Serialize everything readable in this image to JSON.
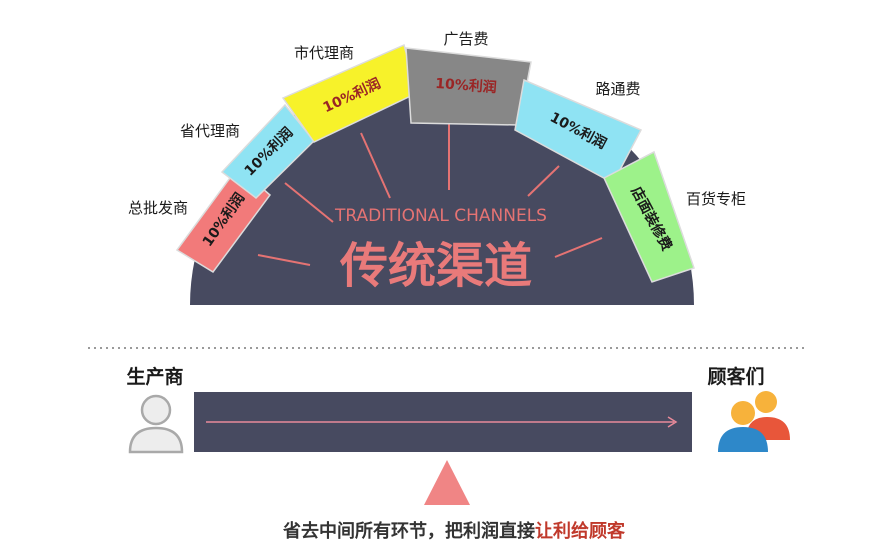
{
  "diagram": {
    "top_section": {
      "title_en": "TRADITIONAL CHANNELS",
      "title_cn": "传统渠道",
      "segments": [
        {
          "label": "总批发商",
          "text": "10%利润",
          "color": "#f27a7a",
          "text_color": "#1a1a1a"
        },
        {
          "label": "省代理商",
          "text": "10%利润",
          "color": "#8fe3f3",
          "text_color": "#1a1a1a"
        },
        {
          "label": "市代理商",
          "text": "10%利润",
          "color": "#f7f22a",
          "text_color": "#9a2525"
        },
        {
          "label": "广告费",
          "text": "10%利润",
          "color": "#878787",
          "text_color": "#9a2525"
        },
        {
          "label": "路通费",
          "text": "10%利润",
          "color": "#8fe3f3",
          "text_color": "#1a1a1a"
        },
        {
          "label": "百货专柜",
          "text": "店面装修费",
          "color": "#9df28a",
          "text_color": "#1a1a1a"
        }
      ],
      "arc_color": "#474a60"
    },
    "bottom_section": {
      "producer_label": "生产商",
      "customers_label": "顾客们",
      "caption_normal": "省去中间所有环节，把利润直接",
      "caption_highlight": "让利给顾客",
      "bar_color": "#474a60",
      "arrow_color": "#e98a9a",
      "triangle_color": "#f08585",
      "highlight_color": "#c0392b"
    }
  }
}
